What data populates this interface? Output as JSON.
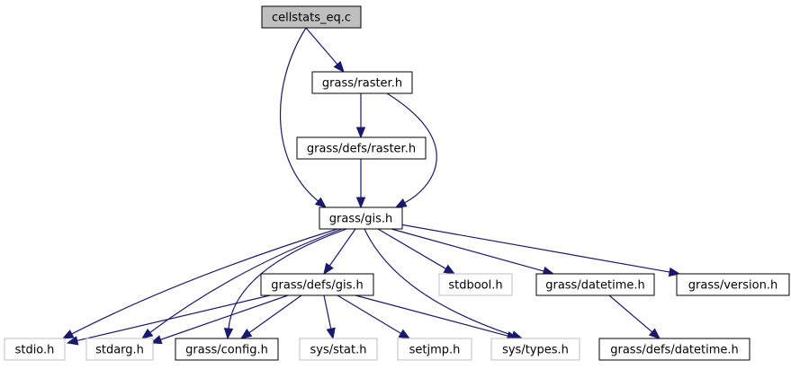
{
  "diagram": {
    "type": "include-dependency-graph",
    "colors": {
      "edge": "#191970",
      "root_fill": "#bfbfbf",
      "documented_border": "#000000",
      "external_border": "#bfbfbf"
    },
    "nodes": [
      {
        "id": "cellstats_eq_c",
        "label": "cellstats_eq.c",
        "kind": "root"
      },
      {
        "id": "grass_raster_h",
        "label": "grass/raster.h",
        "kind": "documented"
      },
      {
        "id": "grass_defs_raster_h",
        "label": "grass/defs/raster.h",
        "kind": "documented"
      },
      {
        "id": "grass_gis_h",
        "label": "grass/gis.h",
        "kind": "documented"
      },
      {
        "id": "grass_defs_gis_h",
        "label": "grass/defs/gis.h",
        "kind": "documented"
      },
      {
        "id": "stdbool_h",
        "label": "stdbool.h",
        "kind": "external"
      },
      {
        "id": "grass_datetime_h",
        "label": "grass/datetime.h",
        "kind": "documented"
      },
      {
        "id": "grass_version_h",
        "label": "grass/version.h",
        "kind": "documented"
      },
      {
        "id": "stdio_h",
        "label": "stdio.h",
        "kind": "external"
      },
      {
        "id": "stdarg_h",
        "label": "stdarg.h",
        "kind": "external"
      },
      {
        "id": "grass_config_h",
        "label": "grass/config.h",
        "kind": "documented"
      },
      {
        "id": "sys_stat_h",
        "label": "sys/stat.h",
        "kind": "external"
      },
      {
        "id": "setjmp_h",
        "label": "setjmp.h",
        "kind": "external"
      },
      {
        "id": "sys_types_h",
        "label": "sys/types.h",
        "kind": "external"
      },
      {
        "id": "grass_defs_datetime_h",
        "label": "grass/defs/datetime.h",
        "kind": "documented"
      }
    ],
    "edges": [
      {
        "from": "cellstats_eq_c",
        "to": "grass_raster_h"
      },
      {
        "from": "cellstats_eq_c",
        "to": "grass_gis_h"
      },
      {
        "from": "grass_raster_h",
        "to": "grass_defs_raster_h"
      },
      {
        "from": "grass_raster_h",
        "to": "grass_gis_h"
      },
      {
        "from": "grass_defs_raster_h",
        "to": "grass_gis_h"
      },
      {
        "from": "grass_gis_h",
        "to": "stdio_h"
      },
      {
        "from": "grass_gis_h",
        "to": "stdarg_h"
      },
      {
        "from": "grass_gis_h",
        "to": "grass_config_h"
      },
      {
        "from": "grass_gis_h",
        "to": "grass_defs_gis_h"
      },
      {
        "from": "grass_gis_h",
        "to": "stdbool_h"
      },
      {
        "from": "grass_gis_h",
        "to": "sys_types_h"
      },
      {
        "from": "grass_gis_h",
        "to": "grass_datetime_h"
      },
      {
        "from": "grass_gis_h",
        "to": "grass_version_h"
      },
      {
        "from": "grass_defs_gis_h",
        "to": "stdio_h"
      },
      {
        "from": "grass_defs_gis_h",
        "to": "stdarg_h"
      },
      {
        "from": "grass_defs_gis_h",
        "to": "grass_config_h"
      },
      {
        "from": "grass_defs_gis_h",
        "to": "sys_stat_h"
      },
      {
        "from": "grass_defs_gis_h",
        "to": "setjmp_h"
      },
      {
        "from": "grass_defs_gis_h",
        "to": "sys_types_h"
      },
      {
        "from": "grass_datetime_h",
        "to": "grass_defs_datetime_h"
      }
    ]
  }
}
